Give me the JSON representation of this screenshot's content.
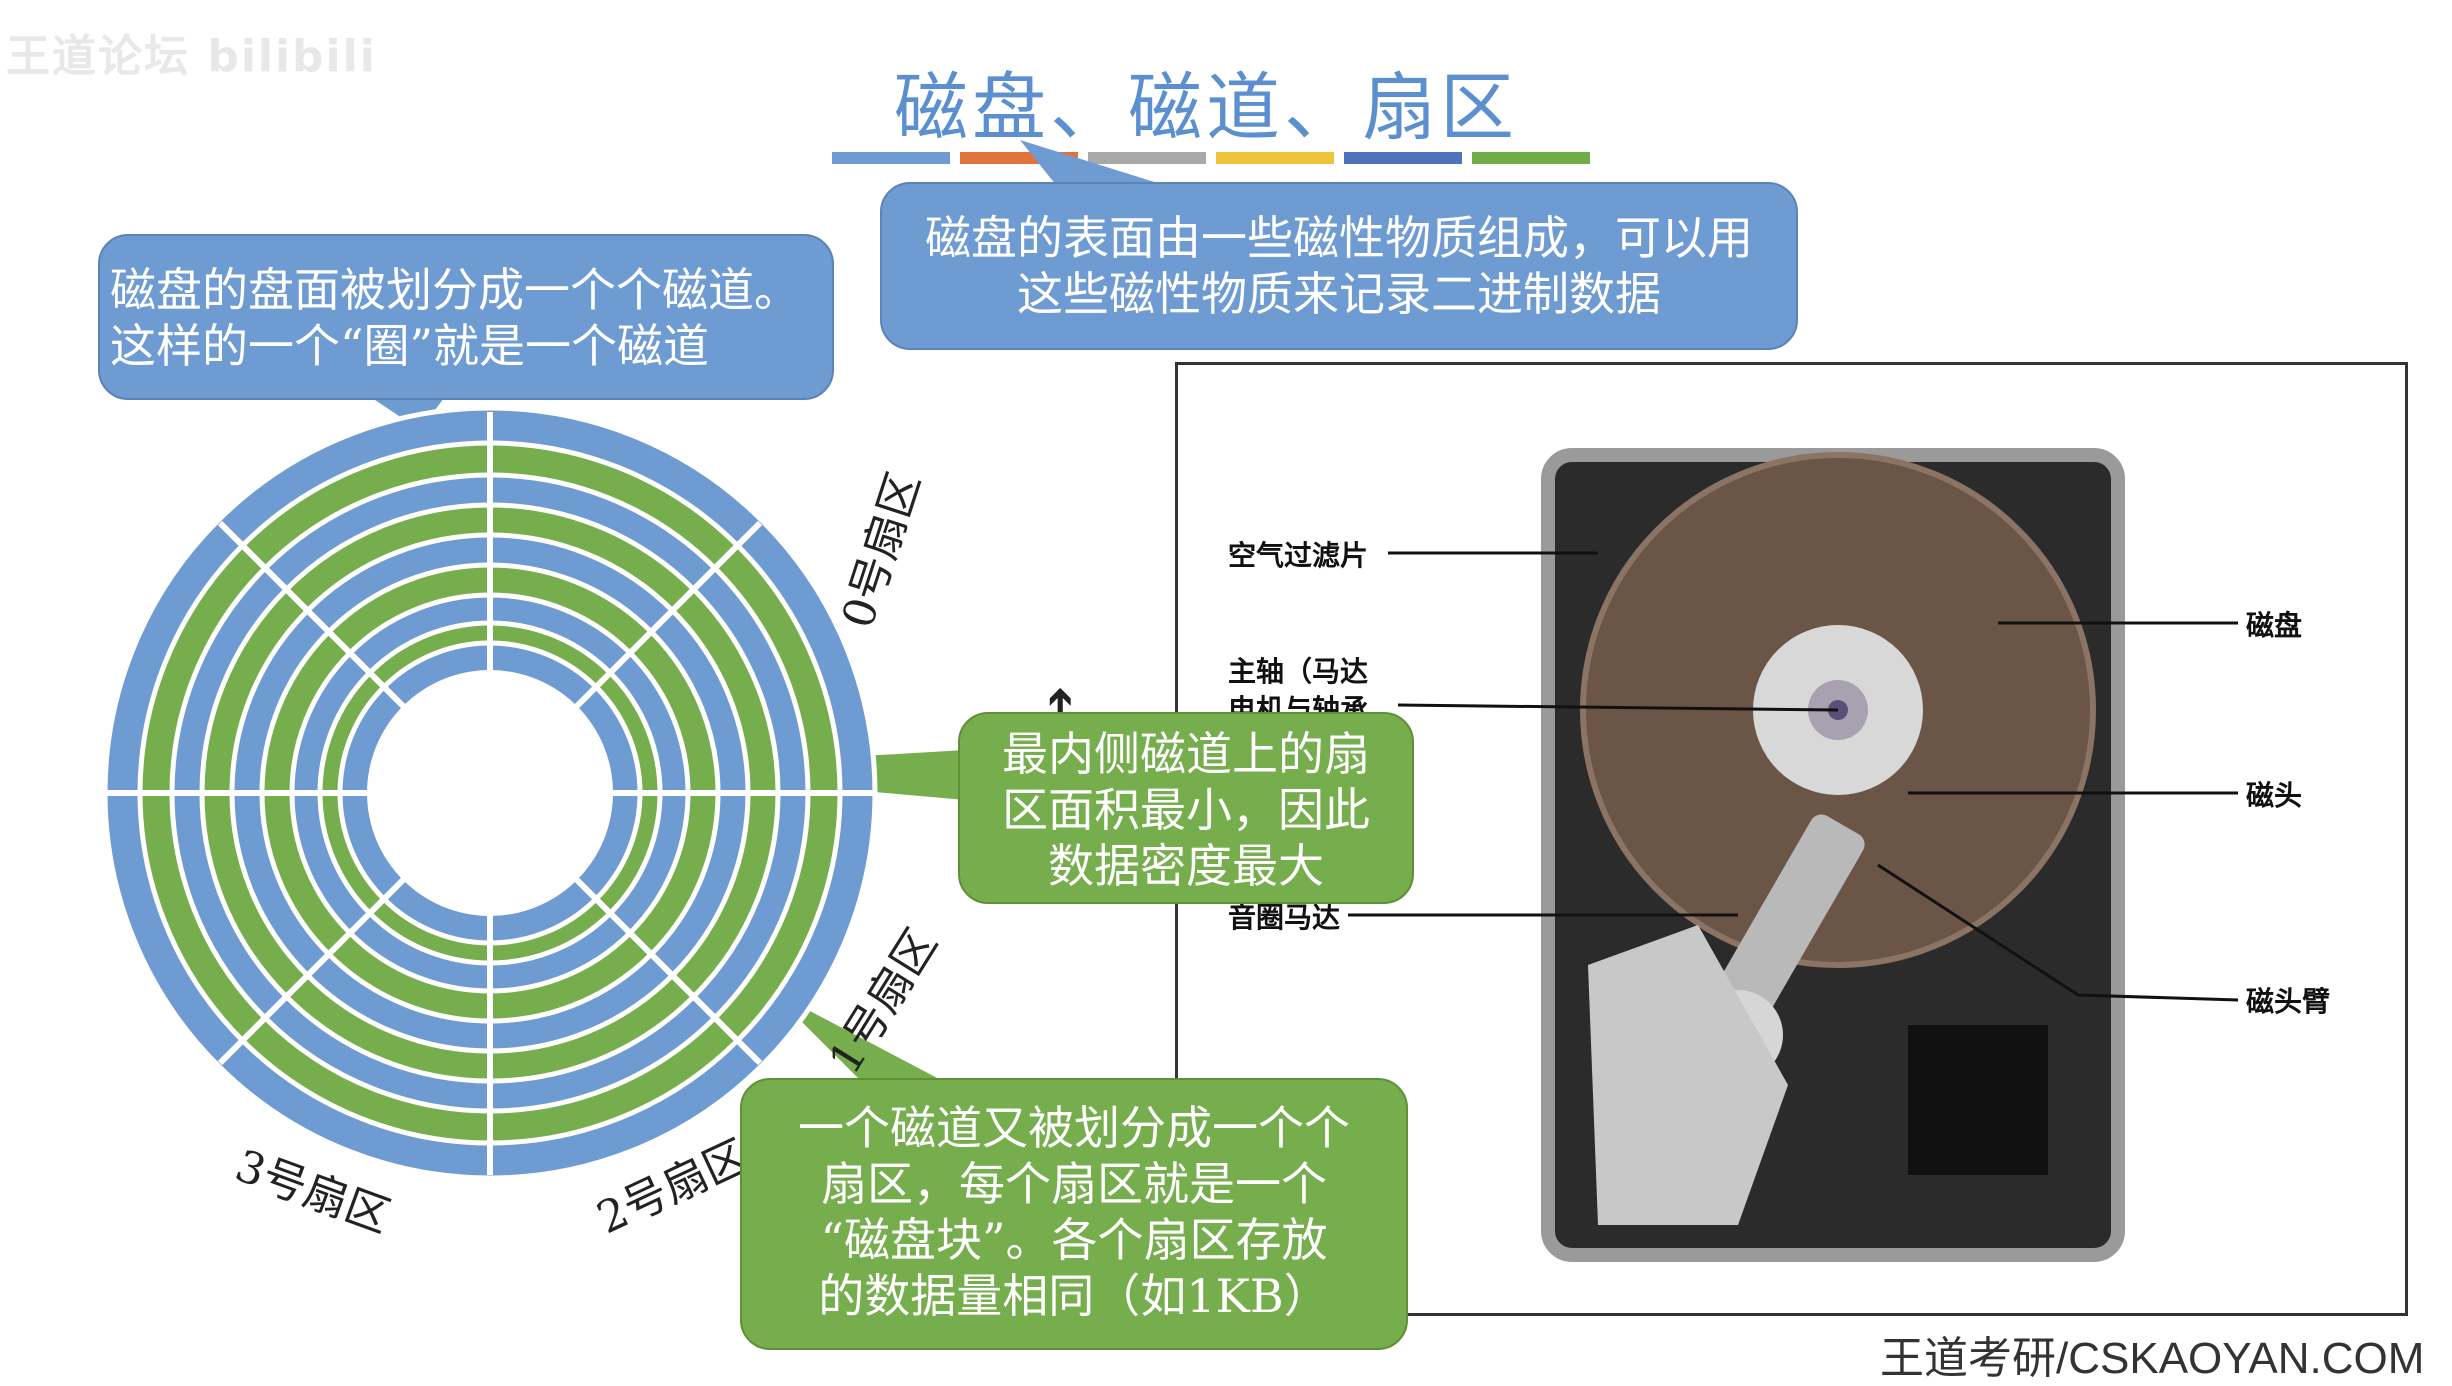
{
  "watermark": "王道论坛 bilibili",
  "title": "磁盘、磁道、扇区",
  "title_bar_colors": [
    "#6e9bd1",
    "#e0733c",
    "#a9a9a9",
    "#f0c33f",
    "#4f72bd",
    "#70ad47"
  ],
  "callouts": {
    "surface": {
      "line1": "磁盘的表面由一些磁性物质组成，可以用",
      "line2": "这些磁性物质来记录二进制数据"
    },
    "track": {
      "line1": "磁盘的盘面被划分成一个个磁道。",
      "line2": "这样的一个“圈”就是一个磁道"
    },
    "inner": {
      "line1": "最内侧磁道上的扇",
      "line2": "区面积最小，因此",
      "line3": "数据密度最大"
    },
    "sector": {
      "line1": "一个磁道又被划分成一个个",
      "line2": "扇区，每个扇区就是一个",
      "line3": "“磁盘块”。各个扇区存放",
      "line4": "的数据量相同（如1KB）"
    }
  },
  "sector_labels": {
    "s0": "0号扇区",
    "s1": "1号扇区",
    "s2": "2号扇区",
    "s3": "3号扇区"
  },
  "disk_colors": {
    "blue": "#6e9bd1",
    "green": "#76ad4d"
  },
  "photo_labels": {
    "air_filter": "空气过滤片",
    "spindle_1": "主轴（马达",
    "spindle_2": "电机与轴承",
    "platter": "磁盘",
    "head": "磁头",
    "voice_coil": "音圈马达",
    "head_arm": "磁头臂"
  },
  "footer": "王道考研/CSKAOYAN.COM"
}
